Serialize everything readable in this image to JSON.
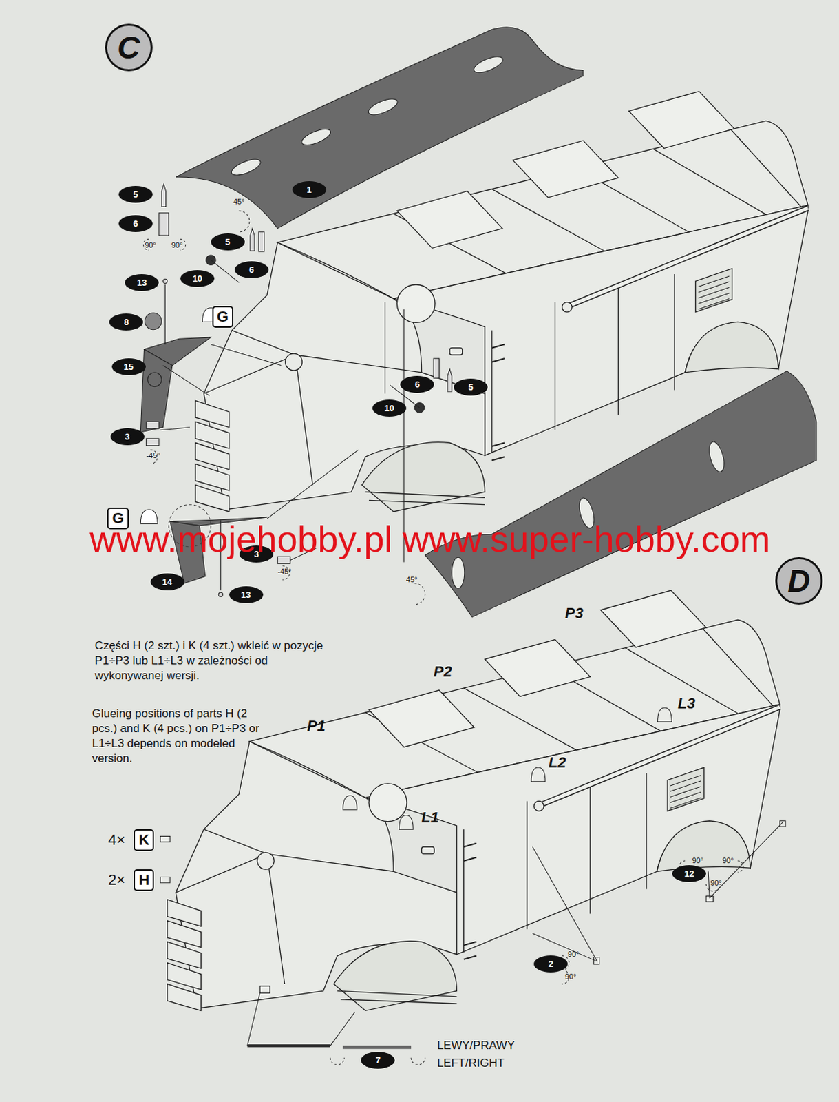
{
  "diagram": {
    "nodes": [
      {
        "text": [
          "C"
        ]
      },
      {
        "text": [
          "1"
        ]
      },
      {
        "text": [
          "5"
        ]
      },
      {
        "text": [
          "6"
        ]
      },
      {
        "text": [
          "5"
        ]
      },
      {
        "text": [
          "6"
        ]
      },
      {
        "text": [
          "10"
        ]
      },
      {
        "text": [
          "13"
        ]
      },
      {
        "text": [
          "8"
        ]
      },
      {
        "text": [
          "G"
        ]
      },
      {
        "text": [
          "15"
        ]
      },
      {
        "text": [
          "6"
        ]
      },
      {
        "text": [
          "5"
        ]
      },
      {
        "text": [
          "10"
        ]
      },
      {
        "text": [
          "3"
        ]
      },
      {
        "text": [
          "G"
        ]
      },
      {
        "text": [
          "3"
        ]
      },
      {
        "text": [
          "14"
        ]
      },
      {
        "text": [
          "13"
        ]
      },
      {
        "text": [
          "D"
        ]
      },
      {
        "text": [
          "K"
        ]
      },
      {
        "text": [
          "H"
        ]
      },
      {
        "text": [
          "12"
        ]
      },
      {
        "text": [
          "2"
        ]
      },
      {
        "text": [
          "7"
        ]
      }
    ],
    "labels": [
      "90°",
      "90°",
      "45°",
      "-45°",
      "-45°",
      "45°",
      "www.mojehobby.pl www.super-hobby.com",
      "P3",
      "P2",
      "P1",
      "L3",
      "L2",
      "L1",
      "Części H (2 szt.) i K (4 szt.) wkleić w pozycje P1÷P3 lub L1÷L3 w zależności od wykonywanej wersji.",
      "Glueing positions of parts H (2 pcs.) and K (4 pcs.) on P1÷P3 or L1÷L3 depends on modeled version.",
      "4×",
      "2×",
      "90°",
      "90°",
      "90°",
      "90°",
      "90°",
      "LEWY/PRAWY",
      "LEFT/RIGHT"
    ]
  }
}
